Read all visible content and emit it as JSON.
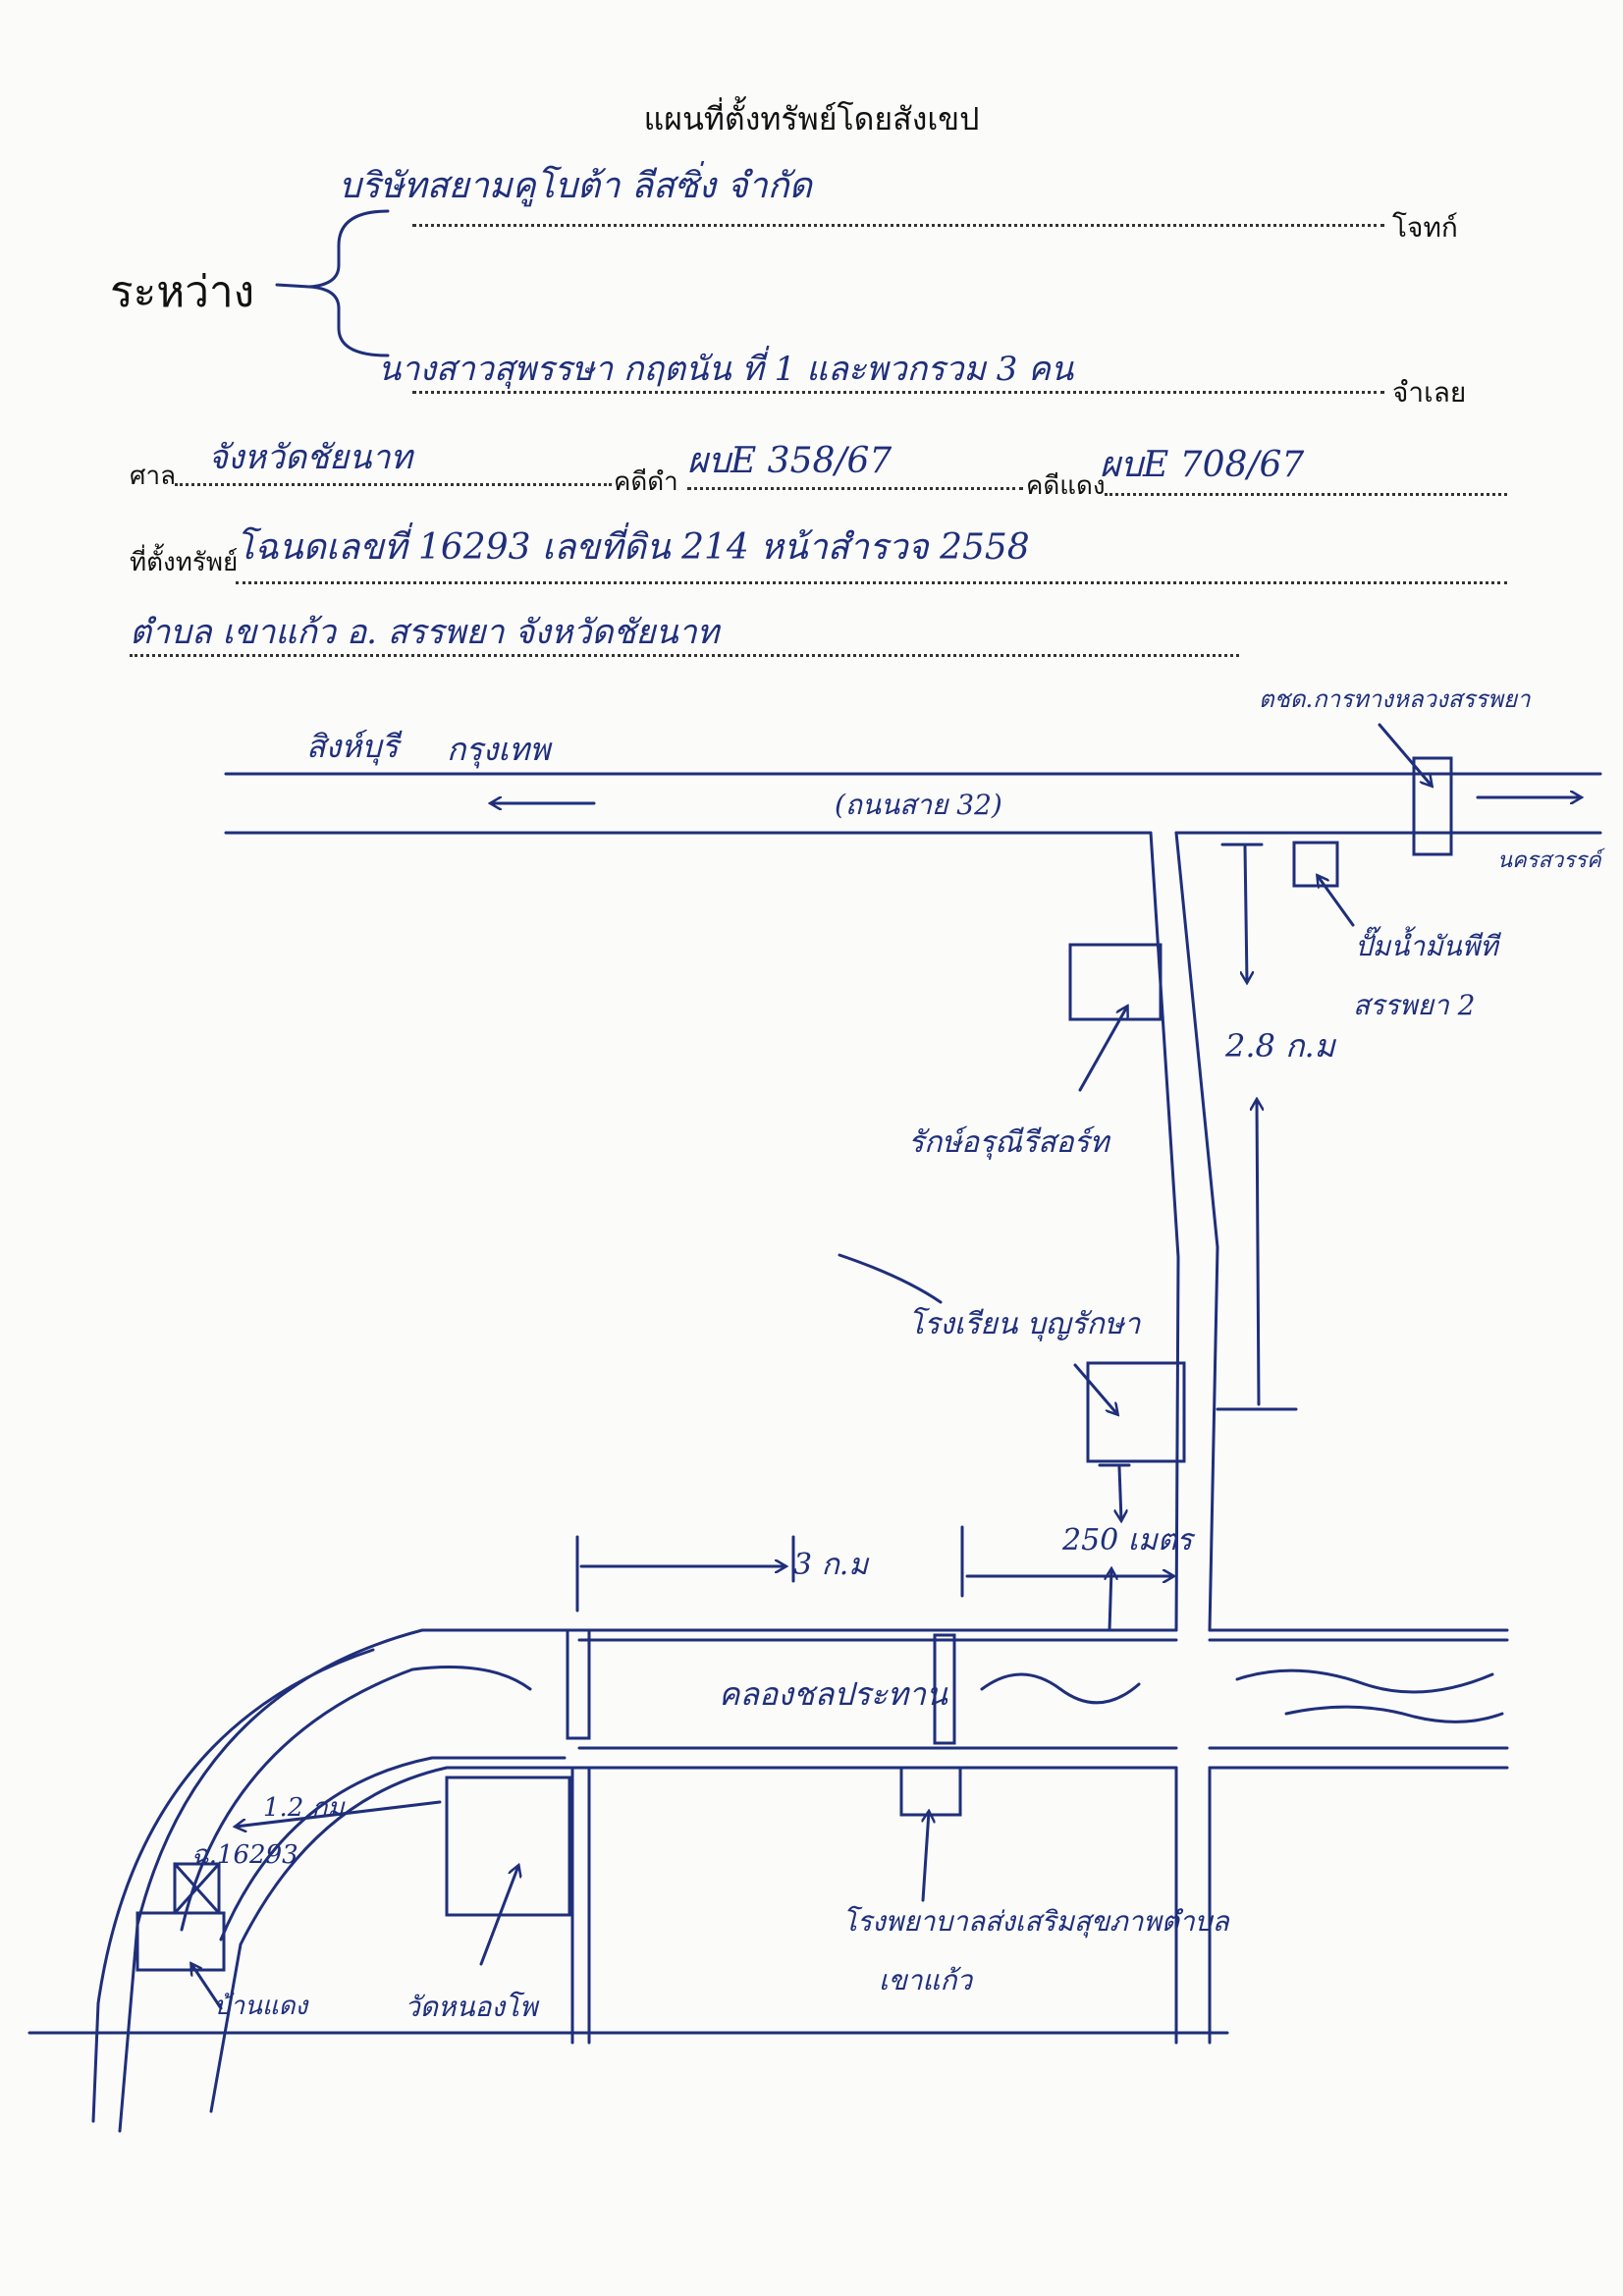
{
  "header": {
    "title": "แผนที่ตั้งทรัพย์โดยสังเขป",
    "between_label": "ระหว่าง",
    "plaintiff_role": "โจทก์",
    "defendant_role": "จำเลย",
    "court_label": "ศาล",
    "black_case_label": "คดีดำ",
    "red_case_label": "คดีแดง",
    "location_label": "ที่ตั้งทรัพย์"
  },
  "parties": {
    "plaintiff": "บริษัทสยามคูโบต้า ลีสซิ่ง จำกัด",
    "defendant": "นางสาวสุพรรษา  กฤตนัน ที่ 1 และพวกรวม 3 คน"
  },
  "case": {
    "court": "จังหวัดชัยนาท",
    "black_case": "ผบE 358/67",
    "red_case": "ผบE 708/67"
  },
  "property": {
    "location": "โฉนดเลขที่ 16293  เลขที่ดิน 214  หน้าสำรวจ 2558",
    "address": "ตำบล เขาแก้ว  อ. สรรพยา  จังหวัดชัยนาท"
  },
  "map": {
    "road_singburi": "สิงห์บุรี",
    "road_bangkok": "กรุงเทพ",
    "road_name": "(ถนนสาย 32)",
    "police": "ตชด.การทางหลวงสรรพยา",
    "to_nakhon": "นครสวรรค์",
    "gas_station": "ปั๊มน้ำมันพีที",
    "gas_station_2": "สรรพยา 2",
    "distance_main": "2.8 ก.ม",
    "resort": "รักษ์อรุณีรีสอร์ท",
    "school": "โรงเรียน บุญรักษา",
    "distance_250": "250 เมตร",
    "distance_3km": "3 ก.ม",
    "canal": "คลองชลประทาน",
    "distance_1_2": "1.2 กม",
    "parcel_label": "ฉ.16293",
    "plot_label": "บ้านแดง",
    "temple": "วัดหนองโพ",
    "hospital": "โรงพยาบาลส่งเสริมสุขภาพตำบล",
    "hospital_2": "เขาแก้ว"
  }
}
